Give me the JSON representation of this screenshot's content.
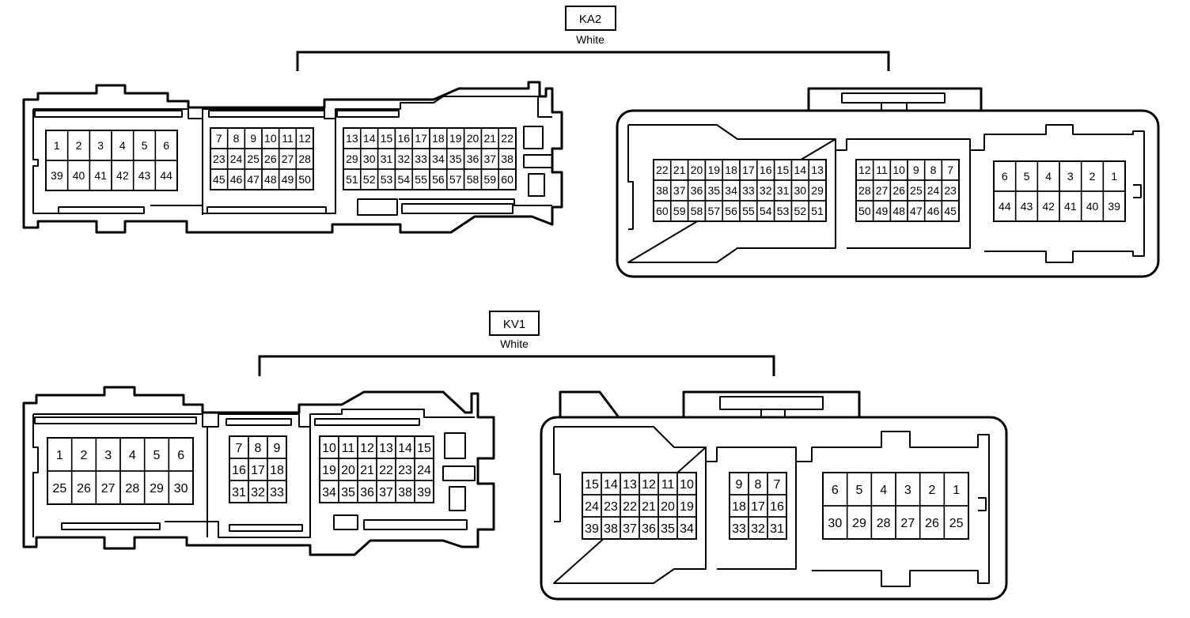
{
  "connectors": [
    {
      "id": "KA2",
      "label": "KA2",
      "color": "White",
      "male": {
        "block_a": {
          "rows": [
            [
              "1",
              "2",
              "3",
              "4",
              "5",
              "6"
            ],
            [
              "39",
              "40",
              "41",
              "42",
              "43",
              "44"
            ]
          ]
        },
        "block_b": {
          "rows": [
            [
              "7",
              "8",
              "9",
              "10",
              "11",
              "12"
            ],
            [
              "23",
              "24",
              "25",
              "26",
              "27",
              "28"
            ],
            [
              "45",
              "46",
              "47",
              "48",
              "49",
              "50"
            ]
          ]
        },
        "block_c": {
          "rows": [
            [
              "13",
              "14",
              "15",
              "16",
              "17",
              "18",
              "19",
              "20",
              "21",
              "22"
            ],
            [
              "29",
              "30",
              "31",
              "32",
              "33",
              "34",
              "35",
              "36",
              "37",
              "38"
            ],
            [
              "51",
              "52",
              "53",
              "54",
              "55",
              "56",
              "57",
              "58",
              "59",
              "60"
            ]
          ]
        }
      },
      "female": {
        "block_a": {
          "rows": [
            [
              "22",
              "21",
              "20",
              "19",
              "18",
              "17",
              "16",
              "15",
              "14",
              "13"
            ],
            [
              "38",
              "37",
              "36",
              "35",
              "34",
              "33",
              "32",
              "31",
              "30",
              "29"
            ],
            [
              "60",
              "59",
              "58",
              "57",
              "56",
              "55",
              "54",
              "53",
              "52",
              "51"
            ]
          ]
        },
        "block_b": {
          "rows": [
            [
              "12",
              "11",
              "10",
              "9",
              "8",
              "7"
            ],
            [
              "28",
              "27",
              "26",
              "25",
              "24",
              "23"
            ],
            [
              "50",
              "49",
              "48",
              "47",
              "46",
              "45"
            ]
          ]
        },
        "block_c": {
          "rows": [
            [
              "6",
              "5",
              "4",
              "3",
              "2",
              "1"
            ],
            [
              "44",
              "43",
              "42",
              "41",
              "40",
              "39"
            ]
          ]
        }
      }
    },
    {
      "id": "KV1",
      "label": "KV1",
      "color": "White",
      "male": {
        "block_a": {
          "rows": [
            [
              "1",
              "2",
              "3",
              "4",
              "5",
              "6"
            ],
            [
              "25",
              "26",
              "27",
              "28",
              "29",
              "30"
            ]
          ]
        },
        "block_b": {
          "rows": [
            [
              "7",
              "8",
              "9"
            ],
            [
              "16",
              "17",
              "18"
            ],
            [
              "31",
              "32",
              "33"
            ]
          ]
        },
        "block_c": {
          "rows": [
            [
              "10",
              "11",
              "12",
              "13",
              "14",
              "15"
            ],
            [
              "19",
              "20",
              "21",
              "22",
              "23",
              "24"
            ],
            [
              "34",
              "35",
              "36",
              "37",
              "38",
              "39"
            ]
          ]
        }
      },
      "female": {
        "block_a": {
          "rows": [
            [
              "15",
              "14",
              "13",
              "12",
              "11",
              "10"
            ],
            [
              "24",
              "23",
              "22",
              "21",
              "20",
              "19"
            ],
            [
              "39",
              "38",
              "37",
              "36",
              "35",
              "34"
            ]
          ]
        },
        "block_b": {
          "rows": [
            [
              "9",
              "8",
              "7"
            ],
            [
              "18",
              "17",
              "16"
            ],
            [
              "33",
              "32",
              "31"
            ]
          ]
        },
        "block_c": {
          "rows": [
            [
              "6",
              "5",
              "4",
              "3",
              "2",
              "1"
            ],
            [
              "30",
              "29",
              "28",
              "27",
              "26",
              "25"
            ]
          ]
        }
      }
    }
  ]
}
